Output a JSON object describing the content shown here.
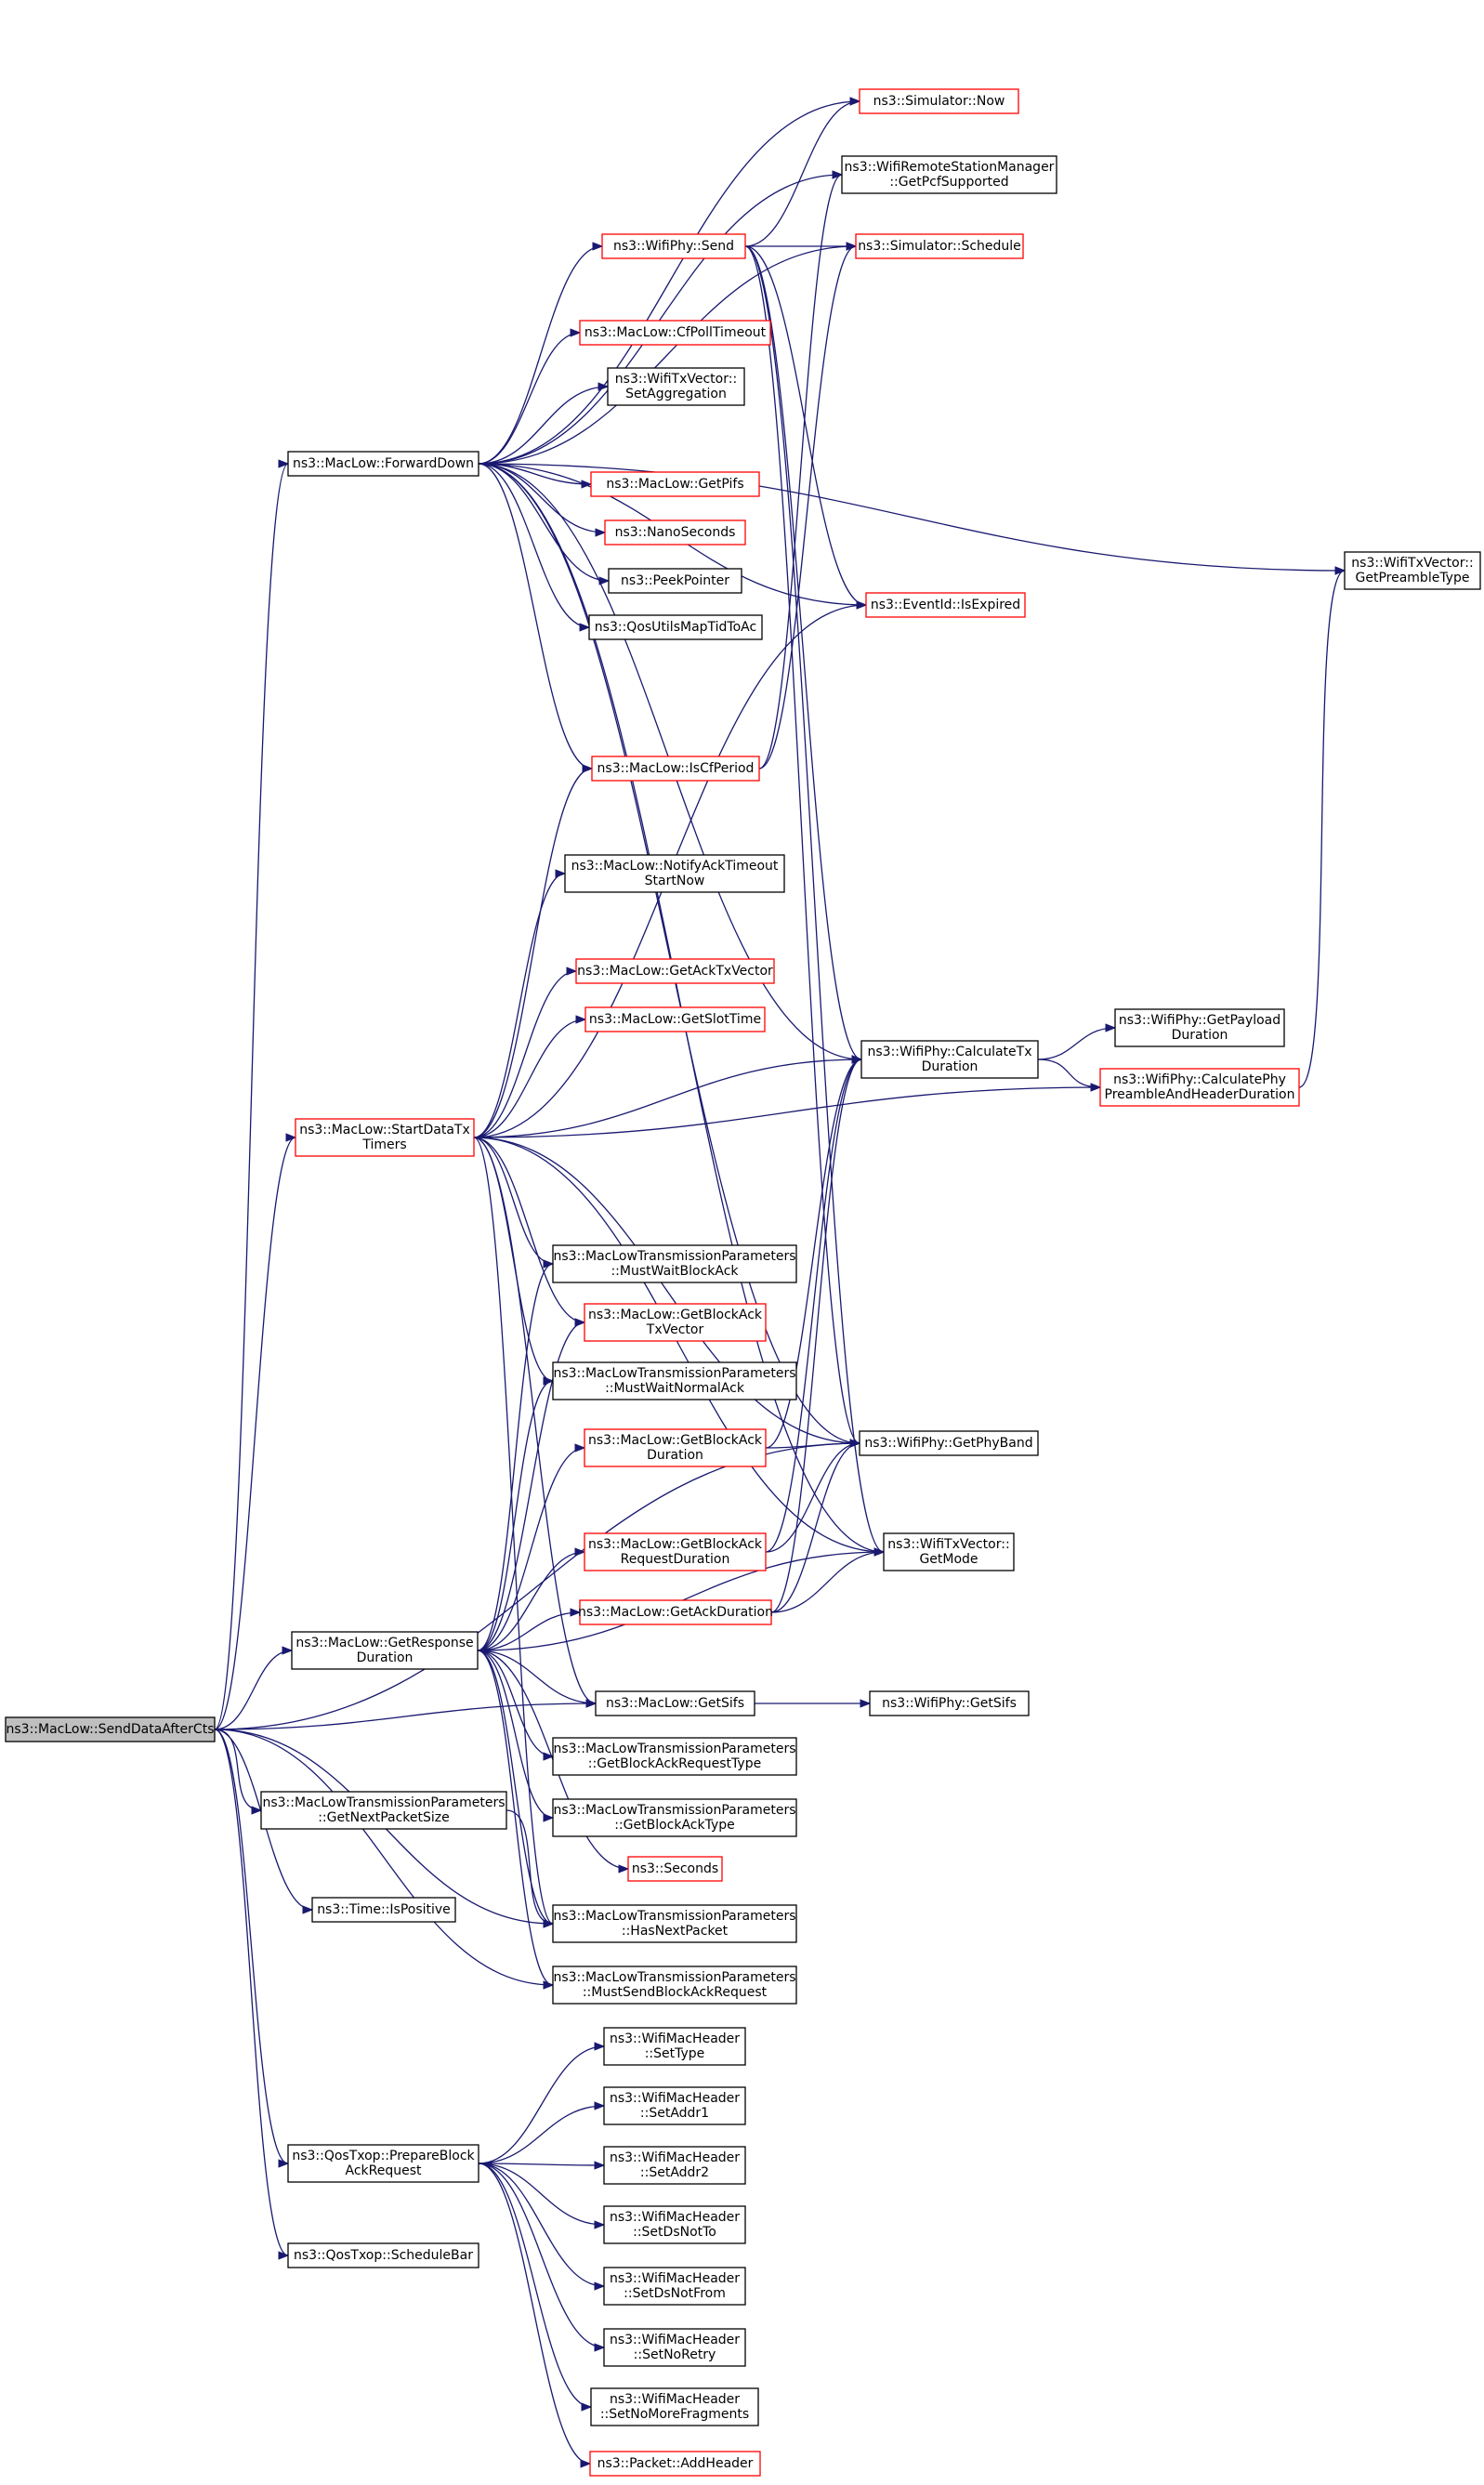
{
  "colors": {
    "edge": "#191970",
    "border_normal": "#000000",
    "border_truncated": "#ff0000",
    "root_fill": "#bfbfbf",
    "node_fill": "#ffffff"
  },
  "nodes": [
    {
      "id": "root",
      "lines": [
        "ns3::MacLow::SendDataAfterCts"
      ],
      "style": "root"
    },
    {
      "id": "fwd",
      "lines": [
        "ns3::MacLow::ForwardDown"
      ],
      "style": "normal"
    },
    {
      "id": "start",
      "lines": [
        "ns3::MacLow::StartDataTx",
        "Timers"
      ],
      "style": "truncated"
    },
    {
      "id": "getresp",
      "lines": [
        "ns3::MacLow::GetResponse",
        "Duration"
      ],
      "style": "normal"
    },
    {
      "id": "nextpkt",
      "lines": [
        "ns3::MacLowTransmissionParameters",
        "::GetNextPacketSize"
      ],
      "style": "normal"
    },
    {
      "id": "ispos",
      "lines": [
        "ns3::Time::IsPositive"
      ],
      "style": "normal"
    },
    {
      "id": "prepbar",
      "lines": [
        "ns3::QosTxop::PrepareBlock",
        "AckRequest"
      ],
      "style": "normal"
    },
    {
      "id": "schedbar",
      "lines": [
        "ns3::QosTxop::ScheduleBar"
      ],
      "style": "normal"
    },
    {
      "id": "now",
      "lines": [
        "ns3::Simulator::Now"
      ],
      "style": "truncated"
    },
    {
      "id": "pcf",
      "lines": [
        "ns3::WifiRemoteStationManager",
        "::GetPcfSupported"
      ],
      "style": "normal"
    },
    {
      "id": "send",
      "lines": [
        "ns3::WifiPhy::Send"
      ],
      "style": "truncated"
    },
    {
      "id": "schedule",
      "lines": [
        "ns3::Simulator::Schedule"
      ],
      "style": "truncated"
    },
    {
      "id": "cfpoll",
      "lines": [
        "ns3::MacLow::CfPollTimeout"
      ],
      "style": "truncated"
    },
    {
      "id": "setagg",
      "lines": [
        "ns3::WifiTxVector::",
        "SetAggregation"
      ],
      "style": "normal"
    },
    {
      "id": "getpifs",
      "lines": [
        "ns3::MacLow::GetPifs"
      ],
      "style": "truncated"
    },
    {
      "id": "nano",
      "lines": [
        "ns3::NanoSeconds"
      ],
      "style": "truncated"
    },
    {
      "id": "peek",
      "lines": [
        "ns3::PeekPointer"
      ],
      "style": "normal"
    },
    {
      "id": "qosmap",
      "lines": [
        "ns3::QosUtilsMapTidToAc"
      ],
      "style": "normal"
    },
    {
      "id": "iscf",
      "lines": [
        "ns3::MacLow::IsCfPeriod"
      ],
      "style": "truncated"
    },
    {
      "id": "notifyack",
      "lines": [
        "ns3::MacLow::NotifyAckTimeout",
        "StartNow"
      ],
      "style": "normal"
    },
    {
      "id": "getacktx",
      "lines": [
        "ns3::MacLow::GetAckTxVector"
      ],
      "style": "truncated"
    },
    {
      "id": "getslot",
      "lines": [
        "ns3::MacLow::GetSlotTime"
      ],
      "style": "truncated"
    },
    {
      "id": "mustwaitba",
      "lines": [
        "ns3::MacLowTransmissionParameters",
        "::MustWaitBlockAck"
      ],
      "style": "normal"
    },
    {
      "id": "getbatx",
      "lines": [
        "ns3::MacLow::GetBlockAck",
        "TxVector"
      ],
      "style": "truncated"
    },
    {
      "id": "mustwaitna",
      "lines": [
        "ns3::MacLowTransmissionParameters",
        "::MustWaitNormalAck"
      ],
      "style": "normal"
    },
    {
      "id": "getbadur",
      "lines": [
        "ns3::MacLow::GetBlockAck",
        "Duration"
      ],
      "style": "truncated"
    },
    {
      "id": "getbareqdur",
      "lines": [
        "ns3::MacLow::GetBlockAck",
        "RequestDuration"
      ],
      "style": "truncated"
    },
    {
      "id": "getackdur",
      "lines": [
        "ns3::MacLow::GetAckDuration"
      ],
      "style": "truncated"
    },
    {
      "id": "getsifs",
      "lines": [
        "ns3::MacLow::GetSifs"
      ],
      "style": "normal"
    },
    {
      "id": "getbareqtype",
      "lines": [
        "ns3::MacLowTransmissionParameters",
        "::GetBlockAckRequestType"
      ],
      "style": "normal"
    },
    {
      "id": "getbatype",
      "lines": [
        "ns3::MacLowTransmissionParameters",
        "::GetBlockAckType"
      ],
      "style": "normal"
    },
    {
      "id": "seconds",
      "lines": [
        "ns3::Seconds"
      ],
      "style": "truncated"
    },
    {
      "id": "hasnext",
      "lines": [
        "ns3::MacLowTransmissionParameters",
        "::HasNextPacket"
      ],
      "style": "normal"
    },
    {
      "id": "mustsendbar",
      "lines": [
        "ns3::MacLowTransmissionParameters",
        "::MustSendBlockAckRequest"
      ],
      "style": "normal"
    },
    {
      "id": "settype",
      "lines": [
        "ns3::WifiMacHeader",
        "::SetType"
      ],
      "style": "normal"
    },
    {
      "id": "setaddr1",
      "lines": [
        "ns3::WifiMacHeader",
        "::SetAddr1"
      ],
      "style": "normal"
    },
    {
      "id": "setaddr2",
      "lines": [
        "ns3::WifiMacHeader",
        "::SetAddr2"
      ],
      "style": "normal"
    },
    {
      "id": "setdsnotto",
      "lines": [
        "ns3::WifiMacHeader",
        "::SetDsNotTo"
      ],
      "style": "normal"
    },
    {
      "id": "setdsnotfrom",
      "lines": [
        "ns3::WifiMacHeader",
        "::SetDsNotFrom"
      ],
      "style": "normal"
    },
    {
      "id": "setnoretry",
      "lines": [
        "ns3::WifiMacHeader",
        "::SetNoRetry"
      ],
      "style": "normal"
    },
    {
      "id": "setnomore",
      "lines": [
        "ns3::WifiMacHeader",
        "::SetNoMoreFragments"
      ],
      "style": "normal"
    },
    {
      "id": "addheader",
      "lines": [
        "ns3::Packet::AddHeader"
      ],
      "style": "truncated"
    },
    {
      "id": "isexpired",
      "lines": [
        "ns3::EventId::IsExpired"
      ],
      "style": "truncated"
    },
    {
      "id": "calctx",
      "lines": [
        "ns3::WifiPhy::CalculateTx",
        "Duration"
      ],
      "style": "normal"
    },
    {
      "id": "getphyband",
      "lines": [
        "ns3::WifiPhy::GetPhyBand"
      ],
      "style": "normal"
    },
    {
      "id": "getmode",
      "lines": [
        "ns3::WifiTxVector::",
        "GetMode"
      ],
      "style": "normal"
    },
    {
      "id": "phygetsifs",
      "lines": [
        "ns3::WifiPhy::GetSifs"
      ],
      "style": "normal"
    },
    {
      "id": "getpayload",
      "lines": [
        "ns3::WifiPhy::GetPayload",
        "Duration"
      ],
      "style": "normal"
    },
    {
      "id": "calcpre",
      "lines": [
        "ns3::WifiPhy::CalculatePhy",
        "PreambleAndHeaderDuration"
      ],
      "style": "truncated"
    },
    {
      "id": "getpretype",
      "lines": [
        "ns3::WifiTxVector::",
        "GetPreambleType"
      ],
      "style": "normal"
    }
  ],
  "edges": [
    [
      "root",
      "fwd"
    ],
    [
      "root",
      "start"
    ],
    [
      "root",
      "getresp"
    ],
    [
      "root",
      "getsifs"
    ],
    [
      "root",
      "nextpkt"
    ],
    [
      "root",
      "ispos"
    ],
    [
      "root",
      "prepbar"
    ],
    [
      "root",
      "schedbar"
    ],
    [
      "root",
      "hasnext"
    ],
    [
      "root",
      "mustsendbar"
    ],
    [
      "root",
      "getphyband"
    ],
    [
      "fwd",
      "now"
    ],
    [
      "fwd",
      "pcf"
    ],
    [
      "fwd",
      "send"
    ],
    [
      "fwd",
      "schedule"
    ],
    [
      "fwd",
      "cfpoll"
    ],
    [
      "fwd",
      "setagg"
    ],
    [
      "fwd",
      "getpifs"
    ],
    [
      "fwd",
      "nano"
    ],
    [
      "fwd",
      "peek"
    ],
    [
      "fwd",
      "qosmap"
    ],
    [
      "fwd",
      "iscf"
    ],
    [
      "fwd",
      "calctx"
    ],
    [
      "fwd",
      "getphyband"
    ],
    [
      "fwd",
      "getmode"
    ],
    [
      "fwd",
      "getpretype"
    ],
    [
      "fwd",
      "isexpired"
    ],
    [
      "send",
      "now"
    ],
    [
      "send",
      "schedule"
    ],
    [
      "send",
      "isexpired"
    ],
    [
      "send",
      "calctx"
    ],
    [
      "send",
      "getphyband"
    ],
    [
      "send",
      "getmode"
    ],
    [
      "iscf",
      "pcf"
    ],
    [
      "iscf",
      "schedule"
    ],
    [
      "start",
      "iscf"
    ],
    [
      "start",
      "notifyack"
    ],
    [
      "start",
      "getacktx"
    ],
    [
      "start",
      "getslot"
    ],
    [
      "start",
      "calctx"
    ],
    [
      "start",
      "calcpre"
    ],
    [
      "start",
      "getphyband"
    ],
    [
      "start",
      "getmode"
    ],
    [
      "start",
      "mustwaitba"
    ],
    [
      "start",
      "getbatx"
    ],
    [
      "start",
      "mustwaitna"
    ],
    [
      "start",
      "getsifs"
    ],
    [
      "start",
      "hasnext"
    ],
    [
      "start",
      "isexpired"
    ],
    [
      "getresp",
      "mustwaitba"
    ],
    [
      "getresp",
      "getbatx"
    ],
    [
      "getresp",
      "mustwaitna"
    ],
    [
      "getresp",
      "getbadur"
    ],
    [
      "getresp",
      "getbareqdur"
    ],
    [
      "getresp",
      "getackdur"
    ],
    [
      "getresp",
      "getsifs"
    ],
    [
      "getresp",
      "getbareqtype"
    ],
    [
      "getresp",
      "getbatype"
    ],
    [
      "getresp",
      "seconds"
    ],
    [
      "getresp",
      "hasnext"
    ],
    [
      "getresp",
      "mustsendbar"
    ],
    [
      "getresp",
      "getmode"
    ],
    [
      "getbadur",
      "calctx"
    ],
    [
      "getbadur",
      "getphyband"
    ],
    [
      "getbareqdur",
      "calctx"
    ],
    [
      "getbareqdur",
      "getphyband"
    ],
    [
      "getackdur",
      "calctx"
    ],
    [
      "getackdur",
      "getphyband"
    ],
    [
      "getackdur",
      "getmode"
    ],
    [
      "getsifs",
      "phygetsifs"
    ],
    [
      "calctx",
      "getpayload"
    ],
    [
      "calctx",
      "calcpre"
    ],
    [
      "calcpre",
      "getpretype"
    ],
    [
      "nextpkt",
      "hasnext"
    ],
    [
      "prepbar",
      "settype"
    ],
    [
      "prepbar",
      "setaddr1"
    ],
    [
      "prepbar",
      "setaddr2"
    ],
    [
      "prepbar",
      "setdsnotto"
    ],
    [
      "prepbar",
      "setdsnotfrom"
    ],
    [
      "prepbar",
      "setnoretry"
    ],
    [
      "prepbar",
      "setnomore"
    ],
    [
      "prepbar",
      "addheader"
    ]
  ]
}
